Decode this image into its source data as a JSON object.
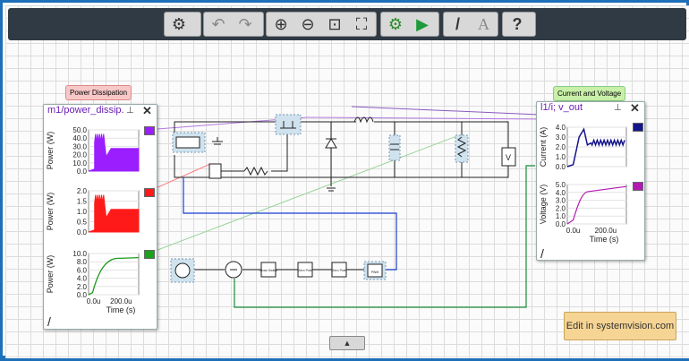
{
  "toolbar": {
    "buttons": [
      {
        "name": "settings-button",
        "glyph": "⚙"
      },
      {
        "name": "undo-button",
        "glyph": "↶"
      },
      {
        "name": "redo-button",
        "glyph": "↷"
      },
      {
        "name": "zoom-in-button",
        "glyph": "⊕"
      },
      {
        "name": "zoom-out-button",
        "glyph": "⊖"
      },
      {
        "name": "zoom-fit-button",
        "glyph": "⊡"
      },
      {
        "name": "fullscreen-button",
        "glyph": "⛶"
      },
      {
        "name": "sim-settings-button",
        "glyph": "⚙"
      },
      {
        "name": "run-button",
        "glyph": "▶"
      },
      {
        "name": "pencil-button",
        "glyph": "/"
      },
      {
        "name": "text-button",
        "glyph": "A"
      },
      {
        "name": "help-button",
        "glyph": "?"
      }
    ]
  },
  "tags": {
    "power_dissipation": "Power Dissipation",
    "current_voltage": "Current and Voltage"
  },
  "left_panel": {
    "title": "m1/power_dissip...",
    "pin": "⊥",
    "close": "✕",
    "swatch_colors": [
      "#9b1eff",
      "#ff1a1a",
      "#1aa31a"
    ],
    "charts": [
      {
        "ylabel": "Power (W)",
        "ticks": [
          "50.0",
          "40.0",
          "30.0",
          "20.0",
          "10.0",
          "0.0"
        ],
        "color": "#9b1eff"
      },
      {
        "ylabel": "Power (W)",
        "ticks": [
          "2.0",
          "1.5",
          "1.0",
          "0.5",
          "0.0"
        ],
        "color": "#ff1a1a"
      },
      {
        "ylabel": "Power (W)",
        "ticks": [
          "10.0",
          "8.0",
          "6.0",
          "4.0",
          "2.0",
          "0.0"
        ],
        "color": "#1e9a1e"
      }
    ],
    "xticks": [
      "0.0u",
      "200.0u"
    ],
    "xlabel": "Time (s)"
  },
  "right_panel": {
    "title": "l1/i; v_out",
    "pin": "⊥",
    "close": "✕",
    "swatch_colors": [
      "#14148c",
      "#b21ab2"
    ],
    "charts": [
      {
        "ylabel": "Current (A)",
        "ticks": [
          "4.0",
          "3.0",
          "2.0",
          "1.0",
          "0.0"
        ],
        "color": "#14148c"
      },
      {
        "ylabel": "Voltage (V)",
        "ticks": [
          "5.0",
          "4.0",
          "3.0",
          "2.0",
          "1.0",
          "0.0"
        ],
        "color": "#b21ab2"
      }
    ],
    "xticks": [
      "0.0u",
      "200.0u"
    ],
    "xlabel": "Time (s)"
  },
  "schematic": {
    "block_labels": [
      "Cross Switch",
      "Zero Pole",
      "Zero Pole",
      "PWM"
    ],
    "probe_label": "V"
  },
  "edit_button": "Edit in systemvision.com",
  "bottom_tab_glyph": "▲"
}
